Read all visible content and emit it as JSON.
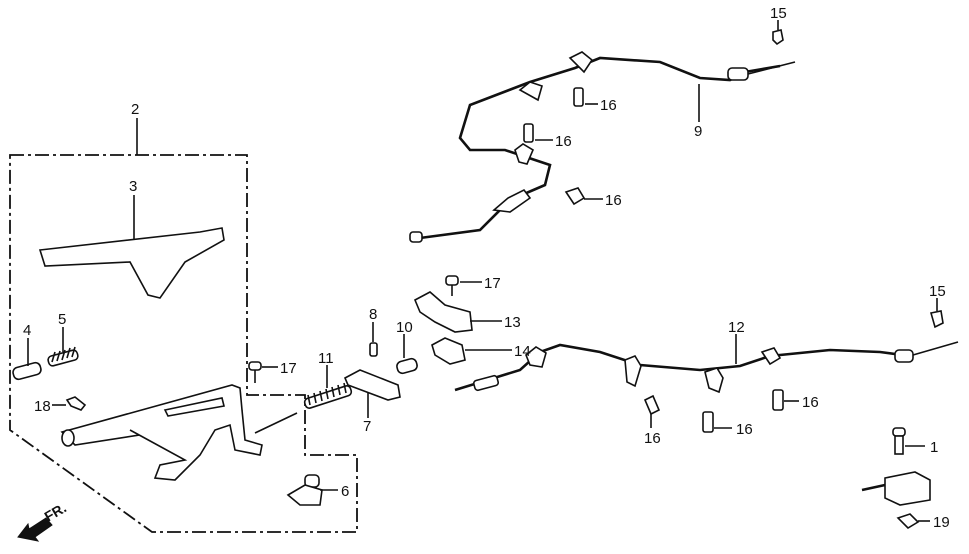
{
  "diagram": {
    "title": "Parking brake lever and cables",
    "callouts": [
      "2",
      "3",
      "4",
      "5",
      "18",
      "17",
      "11",
      "8",
      "10",
      "7",
      "6",
      "17",
      "13",
      "14",
      "15",
      "16",
      "16",
      "9",
      "16",
      "12",
      "15",
      "16",
      "16",
      "16",
      "1",
      "19"
    ],
    "front_label": "FR."
  }
}
